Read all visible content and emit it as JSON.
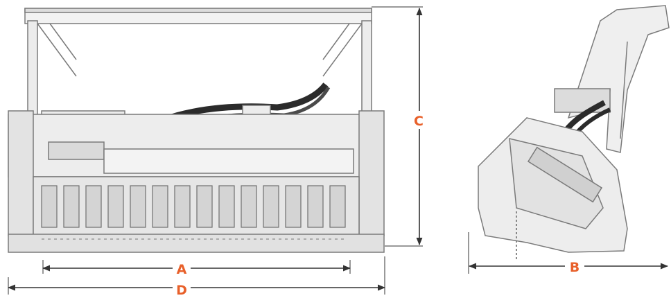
{
  "labels": {
    "a": "A",
    "b": "B",
    "c": "C",
    "d": "D"
  },
  "colors": {
    "accent": "#e8602a",
    "line": "#333333",
    "machine_stroke": "#7a7a7a",
    "machine_fill": "#e9e9e9",
    "machine_dark": "#2b2b2b"
  }
}
